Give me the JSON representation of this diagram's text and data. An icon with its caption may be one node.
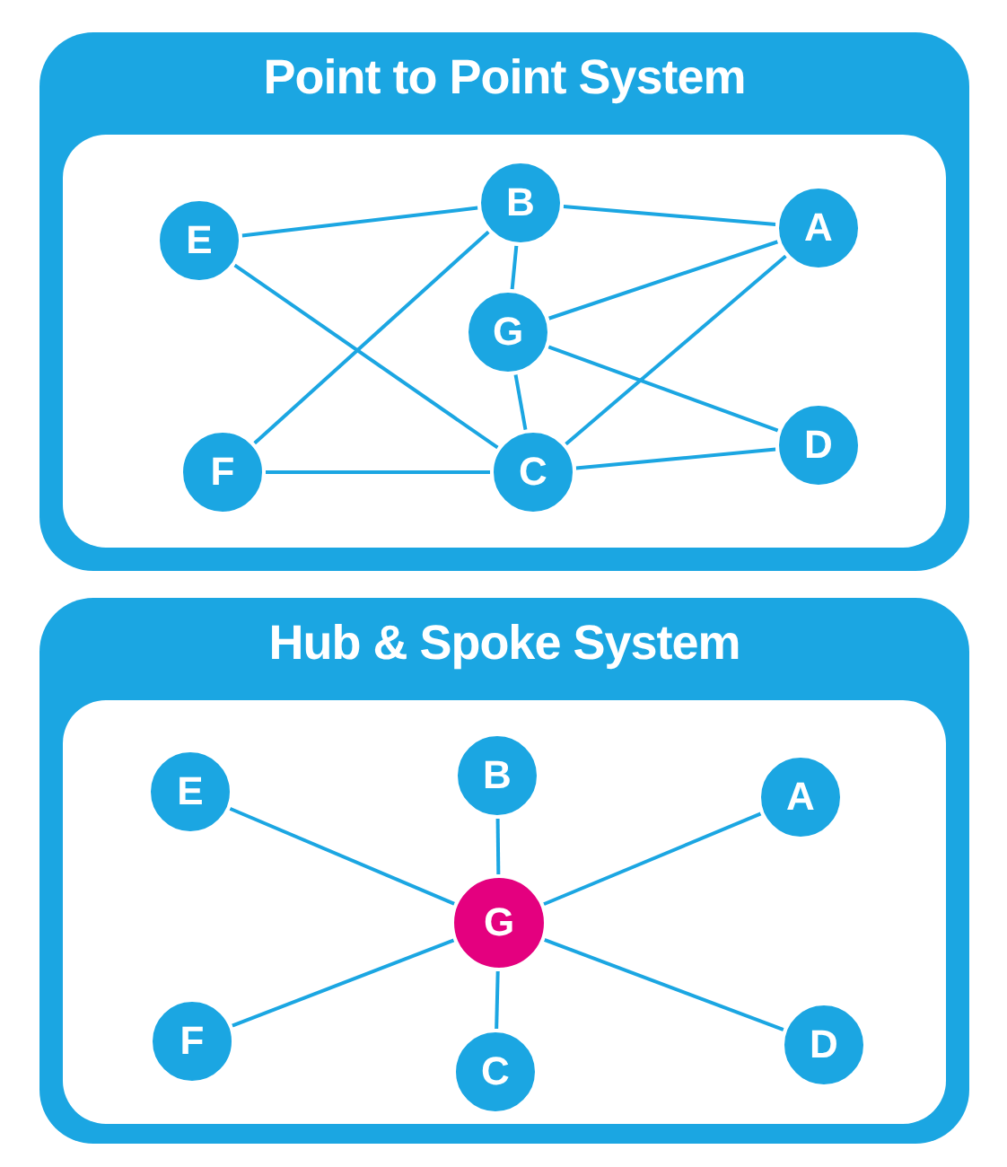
{
  "diagram": {
    "nodes": [
      {
        "text": [
          "Point to Point System"
        ]
      },
      {
        "text": [
          "E"
        ],
        "in": 0
      },
      {
        "text": [
          "B"
        ],
        "in": 0
      },
      {
        "text": [
          "A"
        ],
        "in": 0
      },
      {
        "text": [
          "G"
        ],
        "in": 0
      },
      {
        "text": [
          "F"
        ],
        "in": 0
      },
      {
        "text": [
          "C"
        ],
        "in": 0
      },
      {
        "text": [
          "D"
        ],
        "in": 0
      },
      {
        "text": [
          "Hub & Spoke System"
        ]
      },
      {
        "text": [
          "E"
        ],
        "in": 8
      },
      {
        "text": [
          "B"
        ],
        "in": 8
      },
      {
        "text": [
          "A"
        ],
        "in": 8
      },
      {
        "text": [
          "G"
        ],
        "in": 8
      },
      {
        "text": [
          "F"
        ],
        "in": 8
      },
      {
        "text": [
          "C"
        ],
        "in": 8
      },
      {
        "text": [
          "D"
        ],
        "in": 8
      }
    ],
    "edges": [
      {
        "from": 1,
        "to": 2,
        "arrow": "none"
      },
      {
        "from": 1,
        "to": 6,
        "arrow": "none"
      },
      {
        "from": 2,
        "to": 3,
        "arrow": "none"
      },
      {
        "from": 2,
        "to": 4,
        "arrow": "none"
      },
      {
        "from": 2,
        "to": 5,
        "arrow": "none"
      },
      {
        "from": 4,
        "to": 3,
        "arrow": "none"
      },
      {
        "from": 4,
        "to": 6,
        "arrow": "none"
      },
      {
        "from": 4,
        "to": 7,
        "arrow": "none"
      },
      {
        "from": 3,
        "to": 6,
        "arrow": "none"
      },
      {
        "from": 5,
        "to": 6,
        "arrow": "none"
      },
      {
        "from": 6,
        "to": 7,
        "arrow": "none"
      },
      {
        "from": 12,
        "to": 9,
        "arrow": "none"
      },
      {
        "from": 12,
        "to": 10,
        "arrow": "none"
      },
      {
        "from": 12,
        "to": 11,
        "arrow": "none"
      },
      {
        "from": 12,
        "to": 13,
        "arrow": "none"
      },
      {
        "from": 12,
        "to": 14,
        "arrow": "none"
      },
      {
        "from": 12,
        "to": 15,
        "arrow": "none"
      }
    ]
  }
}
